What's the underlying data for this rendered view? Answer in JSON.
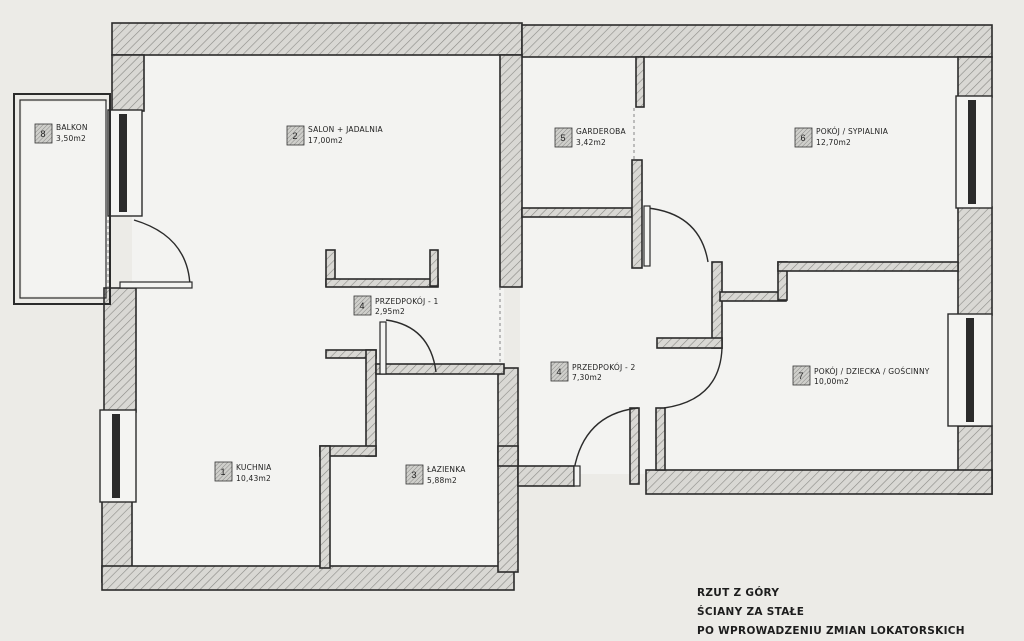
{
  "rooms": [
    {
      "num": "1",
      "name": "KUCHNIA",
      "area": "10,43m2"
    },
    {
      "num": "2",
      "name": "SALON + JADALNIA",
      "area": "17,00m2"
    },
    {
      "num": "3",
      "name": "ŁAZIENKA",
      "area": "5,88m2"
    },
    {
      "num": "4",
      "name": "PRZEDPOKÓJ - 1",
      "area": "2,95m2"
    },
    {
      "num": "4",
      "name": "PRZEDPOKÓJ - 2",
      "area": "7,30m2"
    },
    {
      "num": "5",
      "name": "GARDEROBA",
      "area": "3,42m2"
    },
    {
      "num": "6",
      "name": "POKÓJ / SYPIALNIA",
      "area": "12,70m2"
    },
    {
      "num": "7",
      "name": "POKÓJ / DZIECKA / GOŚCINNY",
      "area": "10,00m2"
    },
    {
      "num": "8",
      "name": "BALKON",
      "area": "3,50m2"
    }
  ],
  "title": {
    "line1": "RZUT Z GÓRY",
    "line2": "ŚCIANY ZA STAŁE",
    "line3": "PO WPROWADZENIU ZMIAN LOKATORSKICH"
  },
  "colors": {
    "paper": "#ecebe7",
    "wall_line": "#2b2b2b"
  }
}
